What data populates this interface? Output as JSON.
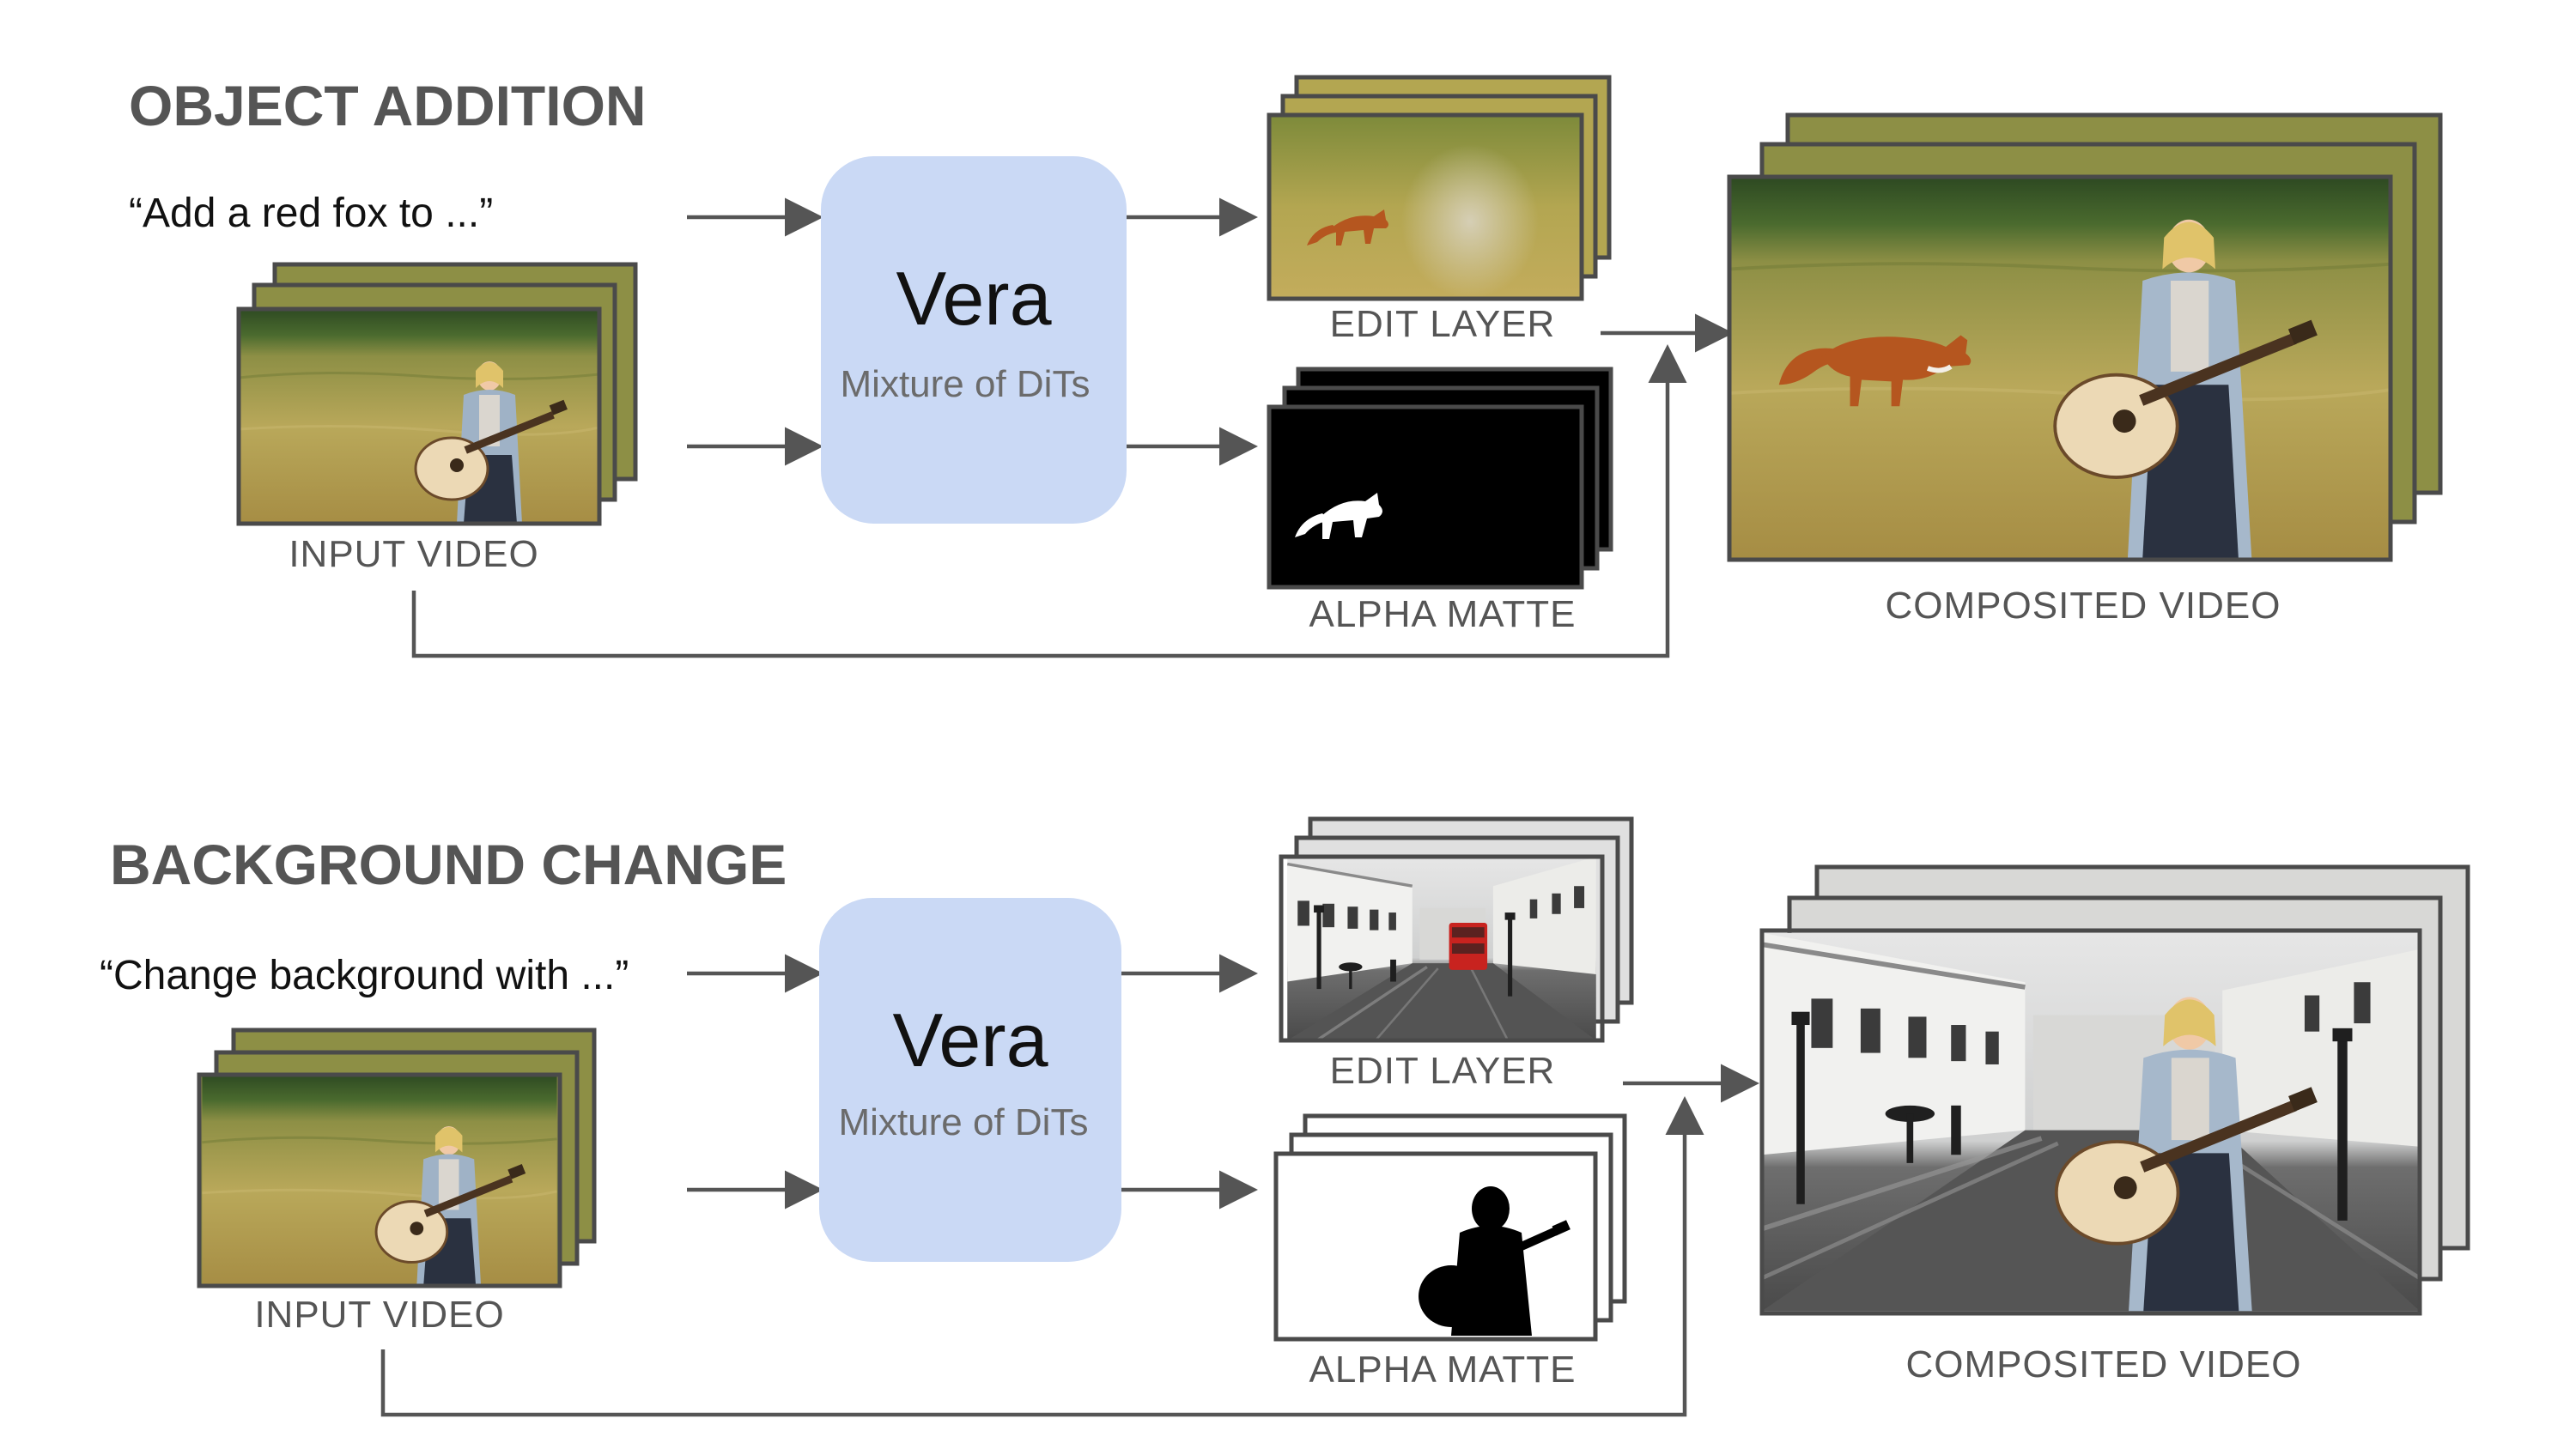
{
  "sections": [
    {
      "title": "OBJECT ADDITION",
      "prompt": "“Add a red fox to ...”",
      "input_caption": "INPUT VIDEO",
      "model_name": "Vera",
      "model_subtitle": "Mixture of DiTs",
      "edit_caption": "EDIT LAYER",
      "alpha_caption": "ALPHA MATTE",
      "output_caption": "COMPOSITED VIDEO"
    },
    {
      "title": "BACKGROUND CHANGE",
      "prompt": "“Change background with ...”",
      "input_caption": "INPUT VIDEO",
      "model_name": "Vera",
      "model_subtitle": "Mixture of DiTs",
      "edit_caption": "EDIT LAYER",
      "alpha_caption": "ALPHA MATTE",
      "output_caption": "COMPOSITED VIDEO"
    }
  ],
  "colors": {
    "model_box": "#cad9f5",
    "arrow": "#555555",
    "frame_border": "#4a4a4a",
    "field": "#b9a85a",
    "fox": "#b5561f"
  },
  "icons": [
    "arrow-right-icon",
    "arrow-up-icon",
    "guitarist-figure",
    "fox-figure",
    "fox-silhouette",
    "guitarist-silhouette",
    "red-bus",
    "street-buildings"
  ]
}
